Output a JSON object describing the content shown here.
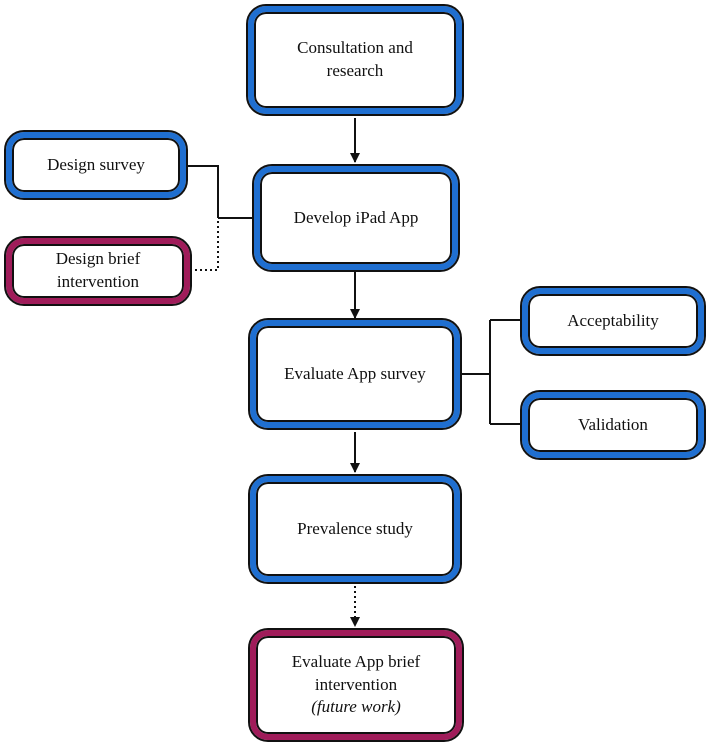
{
  "colors": {
    "primary_border": "#1f6fd1",
    "secondary_border": "#a01c5a",
    "line": "#111111"
  },
  "nodes": {
    "consultation": "Consultation and\nresearch",
    "develop_app": "Develop iPad App",
    "design_survey": "Design survey",
    "design_brief": "Design brief\nintervention",
    "evaluate_survey": "Evaluate App survey",
    "acceptability": "Acceptability",
    "validation": "Validation",
    "prevalence": "Prevalence study",
    "evaluate_brief": "Evaluate App brief\nintervention",
    "evaluate_brief_note": "(future work)"
  }
}
